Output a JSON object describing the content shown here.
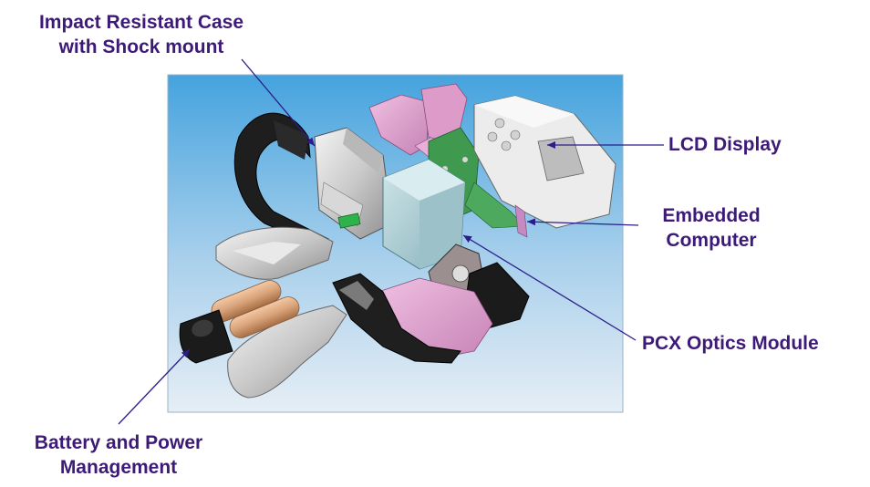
{
  "callouts": {
    "impact": [
      "Impact Resistant Case",
      "with Shock mount"
    ],
    "lcd": "LCD Display",
    "embedded": [
      "Embedded",
      "Computer"
    ],
    "pcx": "PCX Optics Module",
    "battery": [
      "Battery and Power",
      "Management"
    ]
  },
  "colors": {
    "callout_text": "#3d1a78",
    "arrow": "#2b1d8a",
    "panel_top": "#4aa6df",
    "panel_bottom": "#e2ecf4",
    "shock_pad": "#e2a6d2",
    "pcb": "#3f9a4f",
    "optics": "#a8ccd2",
    "battery_cell": "#d9a37a"
  }
}
